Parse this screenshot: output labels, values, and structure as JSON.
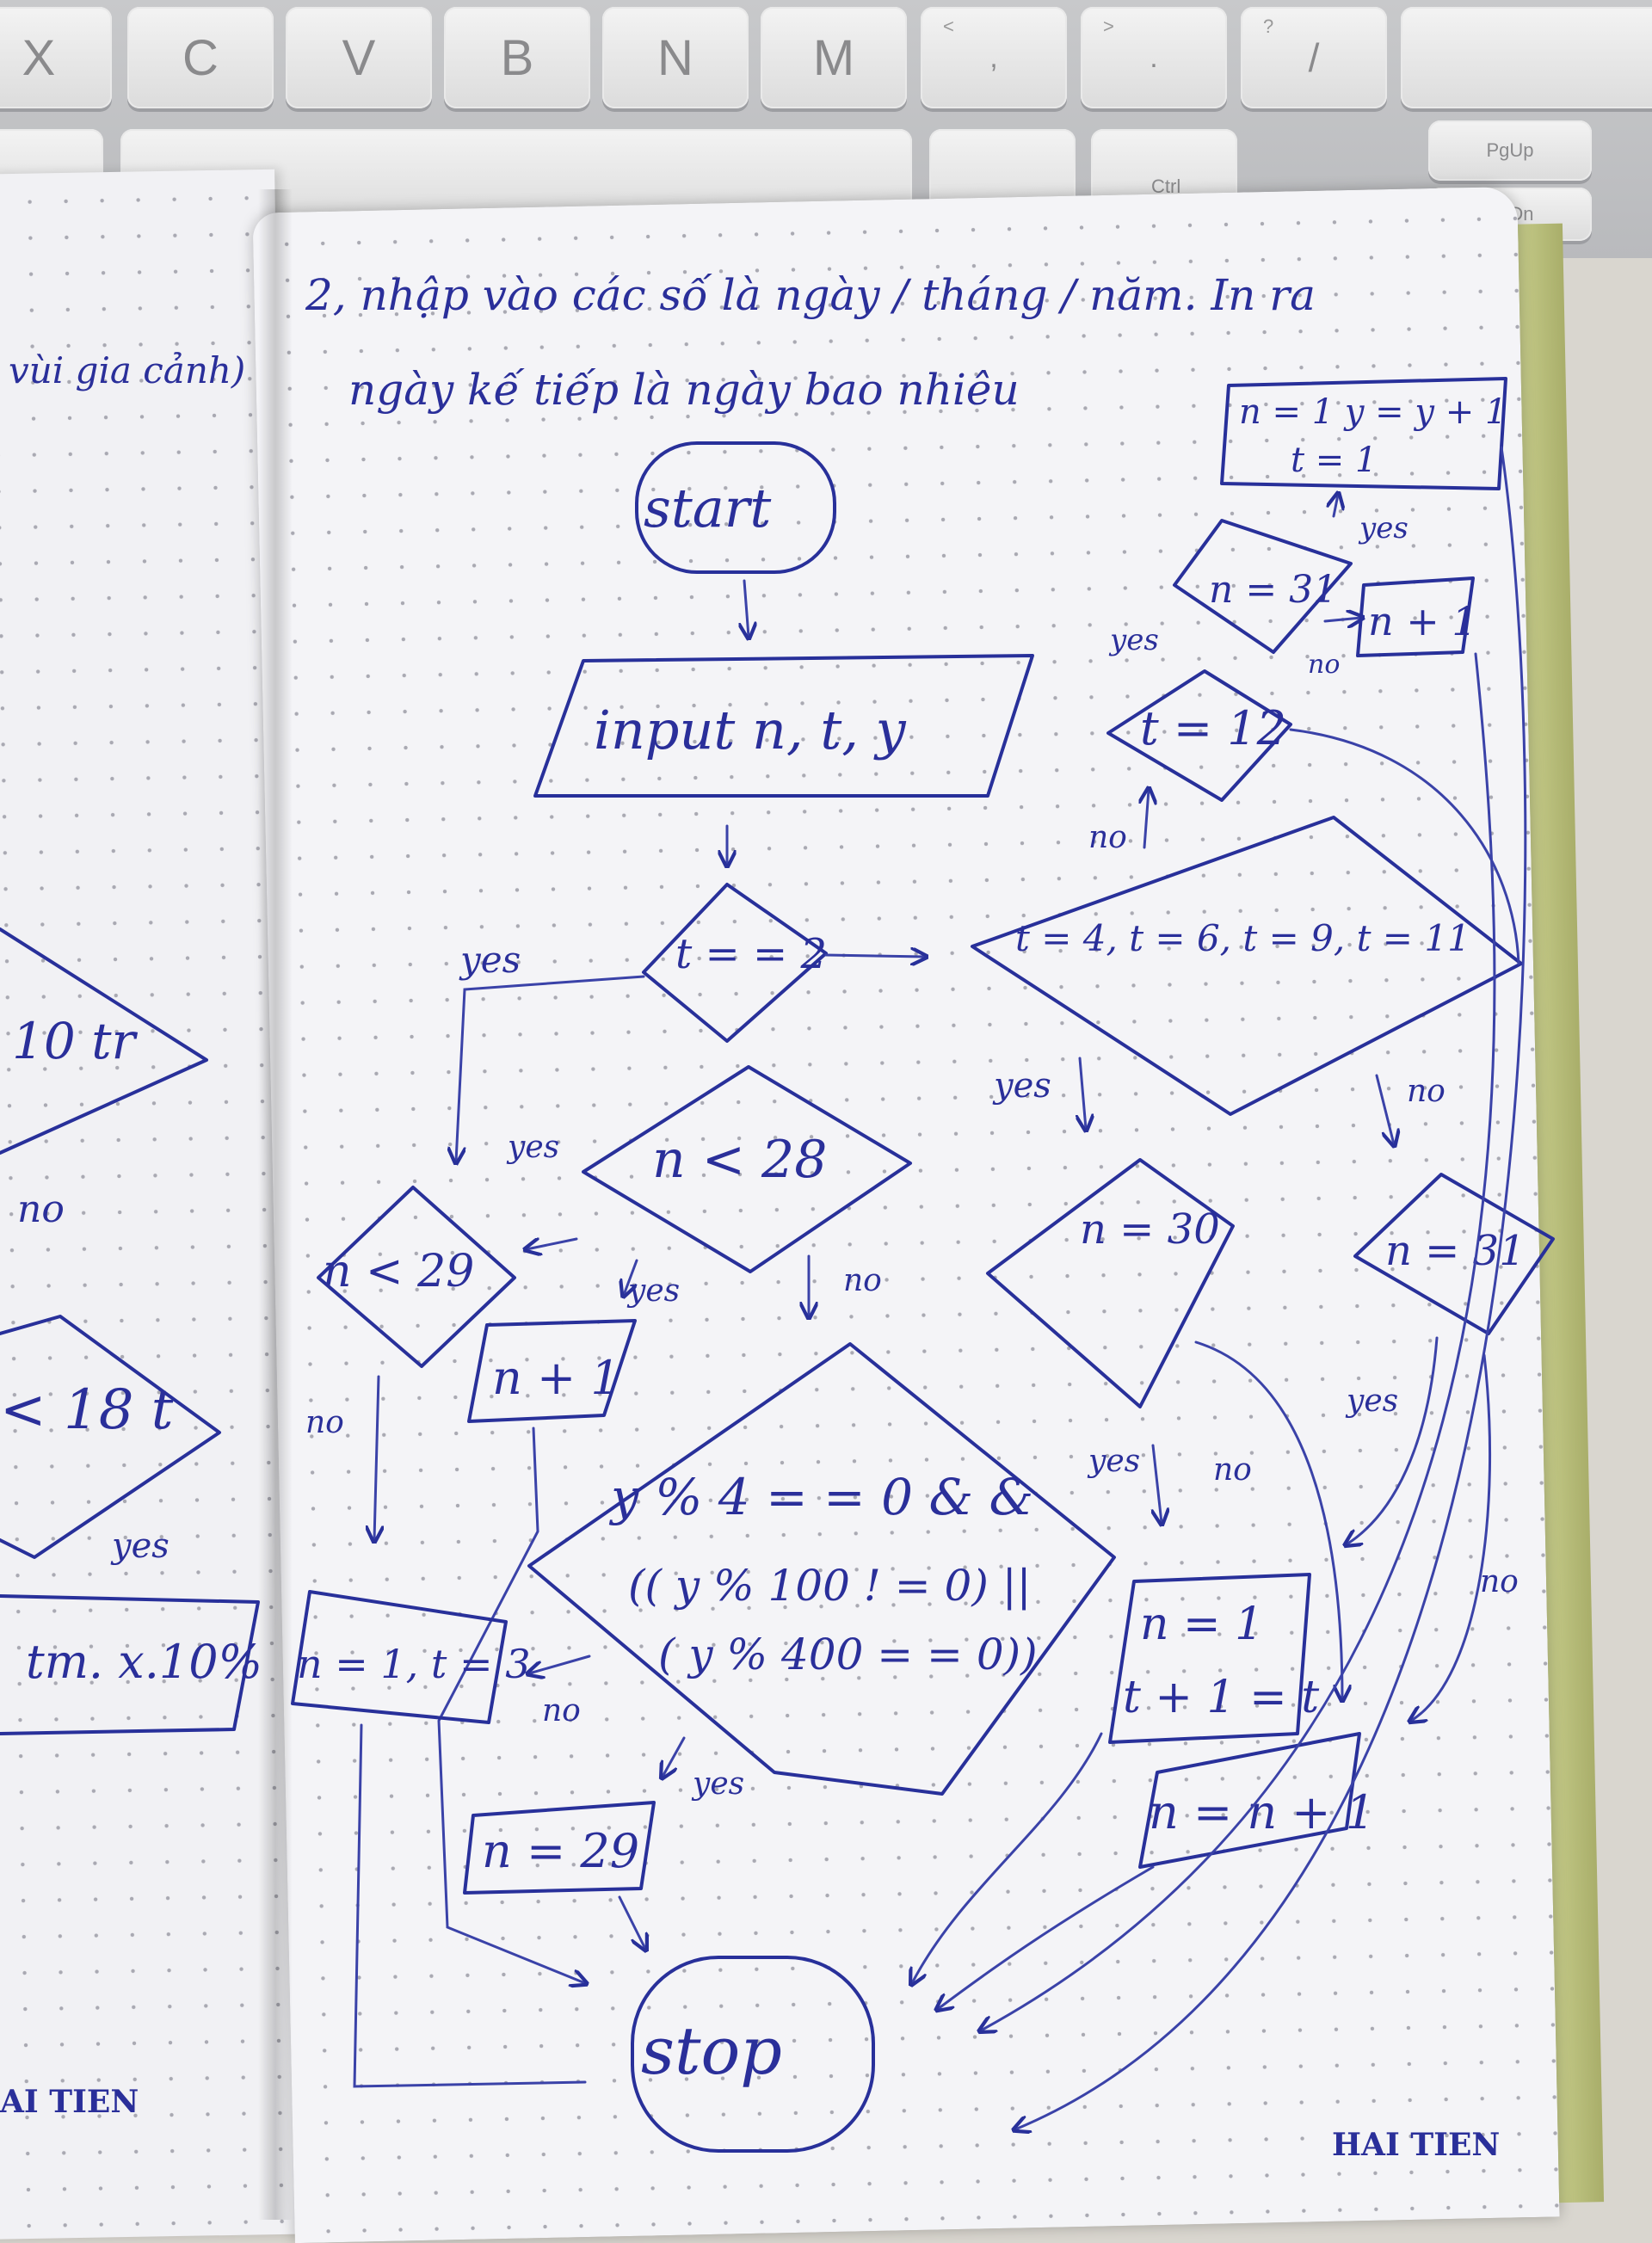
{
  "keyboard": {
    "keys": [
      "X",
      "C",
      "V",
      "B",
      "N",
      "M",
      "<",
      ">",
      "?",
      ""
    ],
    "key_sublabels": [
      ",",
      ".",
      "/"
    ],
    "pgup_label": "PgUp",
    "pgdn_label": "PgDn",
    "ctrl_label": "Ctrl"
  },
  "left_page": {
    "fragments": [
      "vùi gia cảnh)",
      "10 tr",
      "no",
      "< 18 t",
      "yes",
      "tm. x.10%"
    ],
    "brand": "AI TIEN"
  },
  "right_page": {
    "heading_line1": "2, nhập vào các số là ngày / tháng / năm. In ra",
    "heading_line2": "ngày kế tiếp là ngày bao nhiêu",
    "brand": "HAI TIEN",
    "flowchart": {
      "start": "start",
      "input": "input n, t, y",
      "t_eq_2": "t = = 2",
      "n_lt_28": "n < 28",
      "n_lt_29": "n < 29",
      "n_plus_1_a": "n + 1",
      "leap_line1": "y % 4 = = 0 & &",
      "leap_line2": "(( y % 100 ! = 0) ||",
      "leap_line3": "( y % 400 = = 0))",
      "n1_t3": "n = 1, t = 3",
      "n_eq_29": "n = 29",
      "stop": "stop",
      "months_30": "t = 4, t = 6, t = 9, t = 11",
      "n_eq_30": "n = 30",
      "n1_t_inc_line1": "n = 1",
      "n1_t_inc_line2": "t + 1 = t",
      "n_eq_n_plus_1": "n = n + 1",
      "n_eq_31_right": "n = 31",
      "t_eq_12": "t = 12",
      "n_eq_31_top": "n = 31",
      "n_plus_1_b": "n + 1",
      "reset_line1": "n = 1   y = y + 1",
      "reset_line2": "t = 1",
      "yes": "yes",
      "no": "no"
    }
  }
}
